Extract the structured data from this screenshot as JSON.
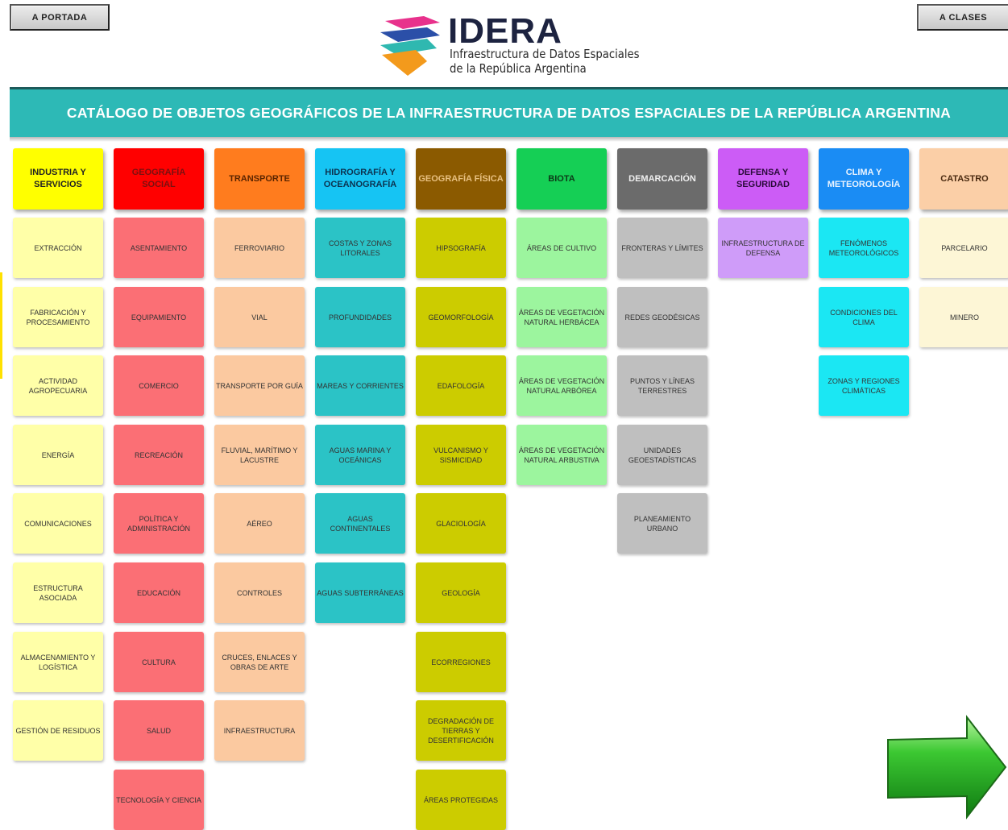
{
  "nav": {
    "home_label": "A PORTADA",
    "classes_label": "A CLASES"
  },
  "logo": {
    "title": "IDERA",
    "line1": "Infraestructura de Datos Espaciales",
    "line2": "de la República Argentina"
  },
  "banner": "CATÁLOGO DE OBJETOS GEOGRÁFICOS DE LA INFRAESTRUCTURA DE DATOS ESPACIALES DE LA REPÚBLICA ARGENTINA",
  "columns": [
    {
      "key": "industria",
      "title": "INDUSTRIA Y SERVICIOS",
      "head_color": "#ffff00",
      "head_text": "#222222",
      "item_color": "#ffffa8",
      "items": [
        "EXTRACCIÓN",
        "FABRICACIÓN Y PROCESAMIENTO",
        "ACTIVIDAD AGROPECUARIA",
        "ENERGÍA",
        "COMUNICACIONES",
        "ESTRUCTURA ASOCIADA",
        "ALMACENAMIENTO Y LOGÍSTICA",
        "GESTIÓN DE RESIDUOS"
      ]
    },
    {
      "key": "geografia-social",
      "title": "GEOGRAFÍA SOCIAL",
      "head_color": "#ff0000",
      "head_text": "#7a1010",
      "item_color": "#fb6f75",
      "items": [
        "ASENTAMIENTO",
        "EQUIPAMIENTO",
        "COMERCIO",
        "RECREACIÓN",
        "POLÍTICA Y ADMINISTRACIÓN",
        "EDUCACIÓN",
        "CULTURA",
        "SALUD",
        "TECNOLOGÍA Y CIENCIA"
      ]
    },
    {
      "key": "transporte",
      "title": "TRANSPORTE",
      "head_color": "#ff7c1e",
      "head_text": "#5a2400",
      "item_color": "#fbc9a0",
      "items": [
        "FERROVIARIO",
        "VIAL",
        "TRANSPORTE POR GUÍA",
        "FLUVIAL, MARÍTIMO Y LACUSTRE",
        "AÉREO",
        "CONTROLES",
        "CRUCES, ENLACES Y OBRAS DE ARTE",
        "INFRAESTRUCTURA"
      ]
    },
    {
      "key": "hidrografia",
      "title": "HIDROGRAFÍA Y OCEANOGRAFÍA",
      "head_color": "#16c4f3",
      "head_text": "#0c3350",
      "item_color": "#2bc3c6",
      "items": [
        "COSTAS Y ZONAS LITORALES",
        "PROFUNDIDADES",
        "MAREAS Y CORRIENTES",
        "AGUAS MARINA Y OCEÁNICAS",
        "AGUAS CONTINENTALES",
        "AGUAS SUBTERRÁNEAS"
      ]
    },
    {
      "key": "geografia-fisica",
      "title": "GEOGRAFÍA FÍSICA",
      "head_color": "#8b5a00",
      "head_text": "#e8c080",
      "item_color": "#cccc00",
      "items": [
        "HIPSOGRAFÍA",
        "GEOMORFOLOGÍA",
        "EDAFOLOGÍA",
        "VULCANISMO Y SISMICIDAD",
        "GLACIOLOGÍA",
        "GEOLOGÍA",
        "ECORREGIONES",
        "DEGRADACIÓN DE TIERRAS Y DESERTIFICACIÓN",
        "ÁREAS PROTEGIDAS"
      ]
    },
    {
      "key": "biota",
      "title": "BIOTA",
      "head_color": "#15cf55",
      "head_text": "#0c3a18",
      "item_color": "#9cf59e",
      "items": [
        "ÁREAS DE CULTIVO",
        "ÁREAS DE VEGETACIÓN NATURAL HERBÁCEA",
        "ÁREAS DE VEGETACIÓN NATURAL ARBÓREA",
        "ÁREAS DE VEGETACIÓN NATURAL ARBUSTIVA"
      ]
    },
    {
      "key": "demarcacion",
      "title": "DEMARCACIÓN",
      "head_color": "#6b6b6b",
      "head_text": "#f0f0f0",
      "item_color": "#bfbfbf",
      "items": [
        "FRONTERAS Y LÍMITES",
        "REDES GEODÉSICAS",
        "PUNTOS Y LÍNEAS TERRESTRES",
        "UNIDADES GEOESTADÍSTICAS",
        "PLANEAMIENTO URBANO"
      ]
    },
    {
      "key": "defensa",
      "title": "DEFENSA Y SEGURIDAD",
      "head_color": "#cc5cf6",
      "head_text": "#2a0a3a",
      "item_color": "#cf9cf9",
      "items": [
        "INFRAESTRUCTURA DE DEFENSA"
      ]
    },
    {
      "key": "clima",
      "title": "CLIMA Y METEOROLOGÍA",
      "head_color": "#1a8cf4",
      "head_text": "#eaf4ff",
      "item_color": "#1be7f3",
      "items": [
        "FENÓMENOS METEOROLÓGICOS",
        "CONDICIONES DEL CLIMA",
        "ZONAS Y REGIONES CLIMÁTICAS"
      ]
    },
    {
      "key": "catastro",
      "title": "CATASTRO",
      "head_color": "#fbcfa7",
      "head_text": "#4a2a10",
      "item_color": "#fdf6d6",
      "items": [
        "PARCELARIO",
        "MINERO"
      ]
    }
  ]
}
